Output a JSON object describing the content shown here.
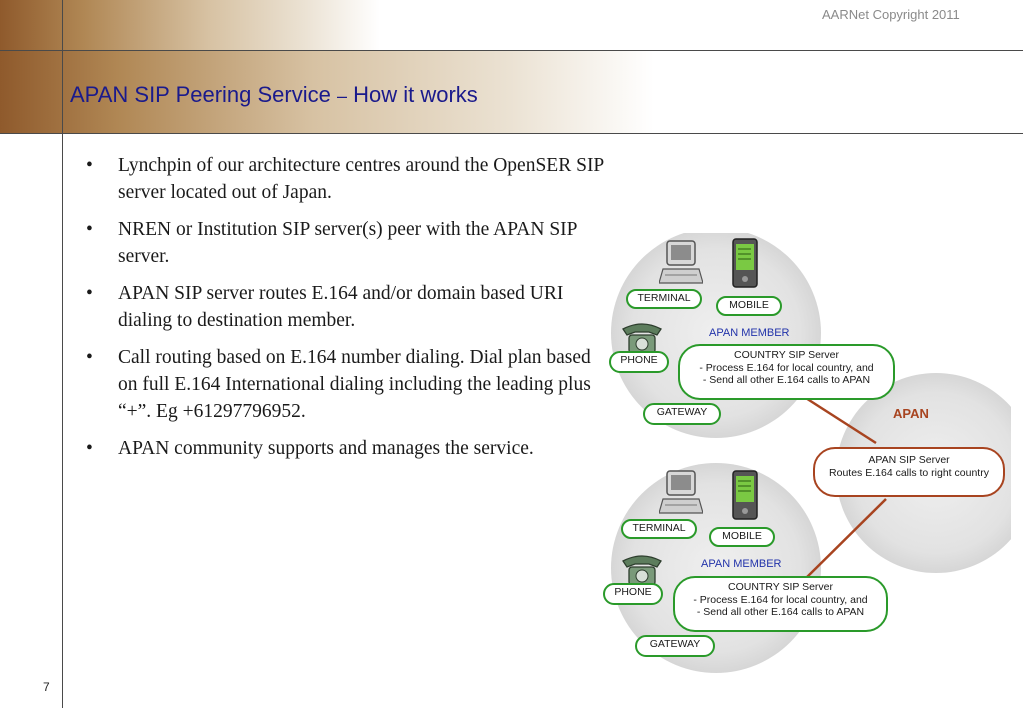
{
  "header": {
    "copyright": "AARNet Copyright 2011",
    "title_main": "APAN SIP Peering Service ",
    "title_dash": "–",
    "title_tail": " How it works"
  },
  "bullets": [
    "Lynchpin of our architecture centres around the OpenSER SIP server located out of Japan.",
    "NREN or Institution SIP server(s) peer with the APAN SIP server.",
    "APAN SIP server routes E.164 and/or domain based URI dialing to destination member.",
    "Call routing based on E.164 number dialing. Dial plan based on full E.164 International dialing including the leading plus “+”. Eg +61297796952.",
    "APAN community supports and manages the service."
  ],
  "bullet_glyph": "•",
  "footer": {
    "page_number": "7"
  },
  "diagram": {
    "member_top": {
      "terminal": "TERMINAL",
      "mobile": "MOBILE",
      "label": "APAN MEMBER",
      "phone": "PHONE",
      "gateway": "GATEWAY",
      "server_title": "COUNTRY SIP Server",
      "server_line1": "- Process E.164 for local country, and",
      "server_line2": "- Send all other E.164 calls to APAN"
    },
    "apan": {
      "label": "APAN",
      "server_title": "APAN SIP Server",
      "server_line1": "Routes E.164 calls to right country"
    },
    "member_bottom": {
      "terminal": "TERMINAL",
      "mobile": "MOBILE",
      "label": "APAN MEMBER",
      "phone": "PHONE",
      "gateway": "GATEWAY",
      "server_title": "COUNTRY SIP Server",
      "server_line1": "- Process E.164 for local country, and",
      "server_line2": "- Send all other E.164 calls to APAN"
    },
    "colors": {
      "pill_green": "#2a9a2a",
      "pill_red": "#a84420",
      "label_blue": "#2233aa",
      "circle_grey": "#e4e4e4"
    }
  },
  "colors": {
    "title": "#1a1a8c",
    "header_brown": "#8f5a2c"
  }
}
